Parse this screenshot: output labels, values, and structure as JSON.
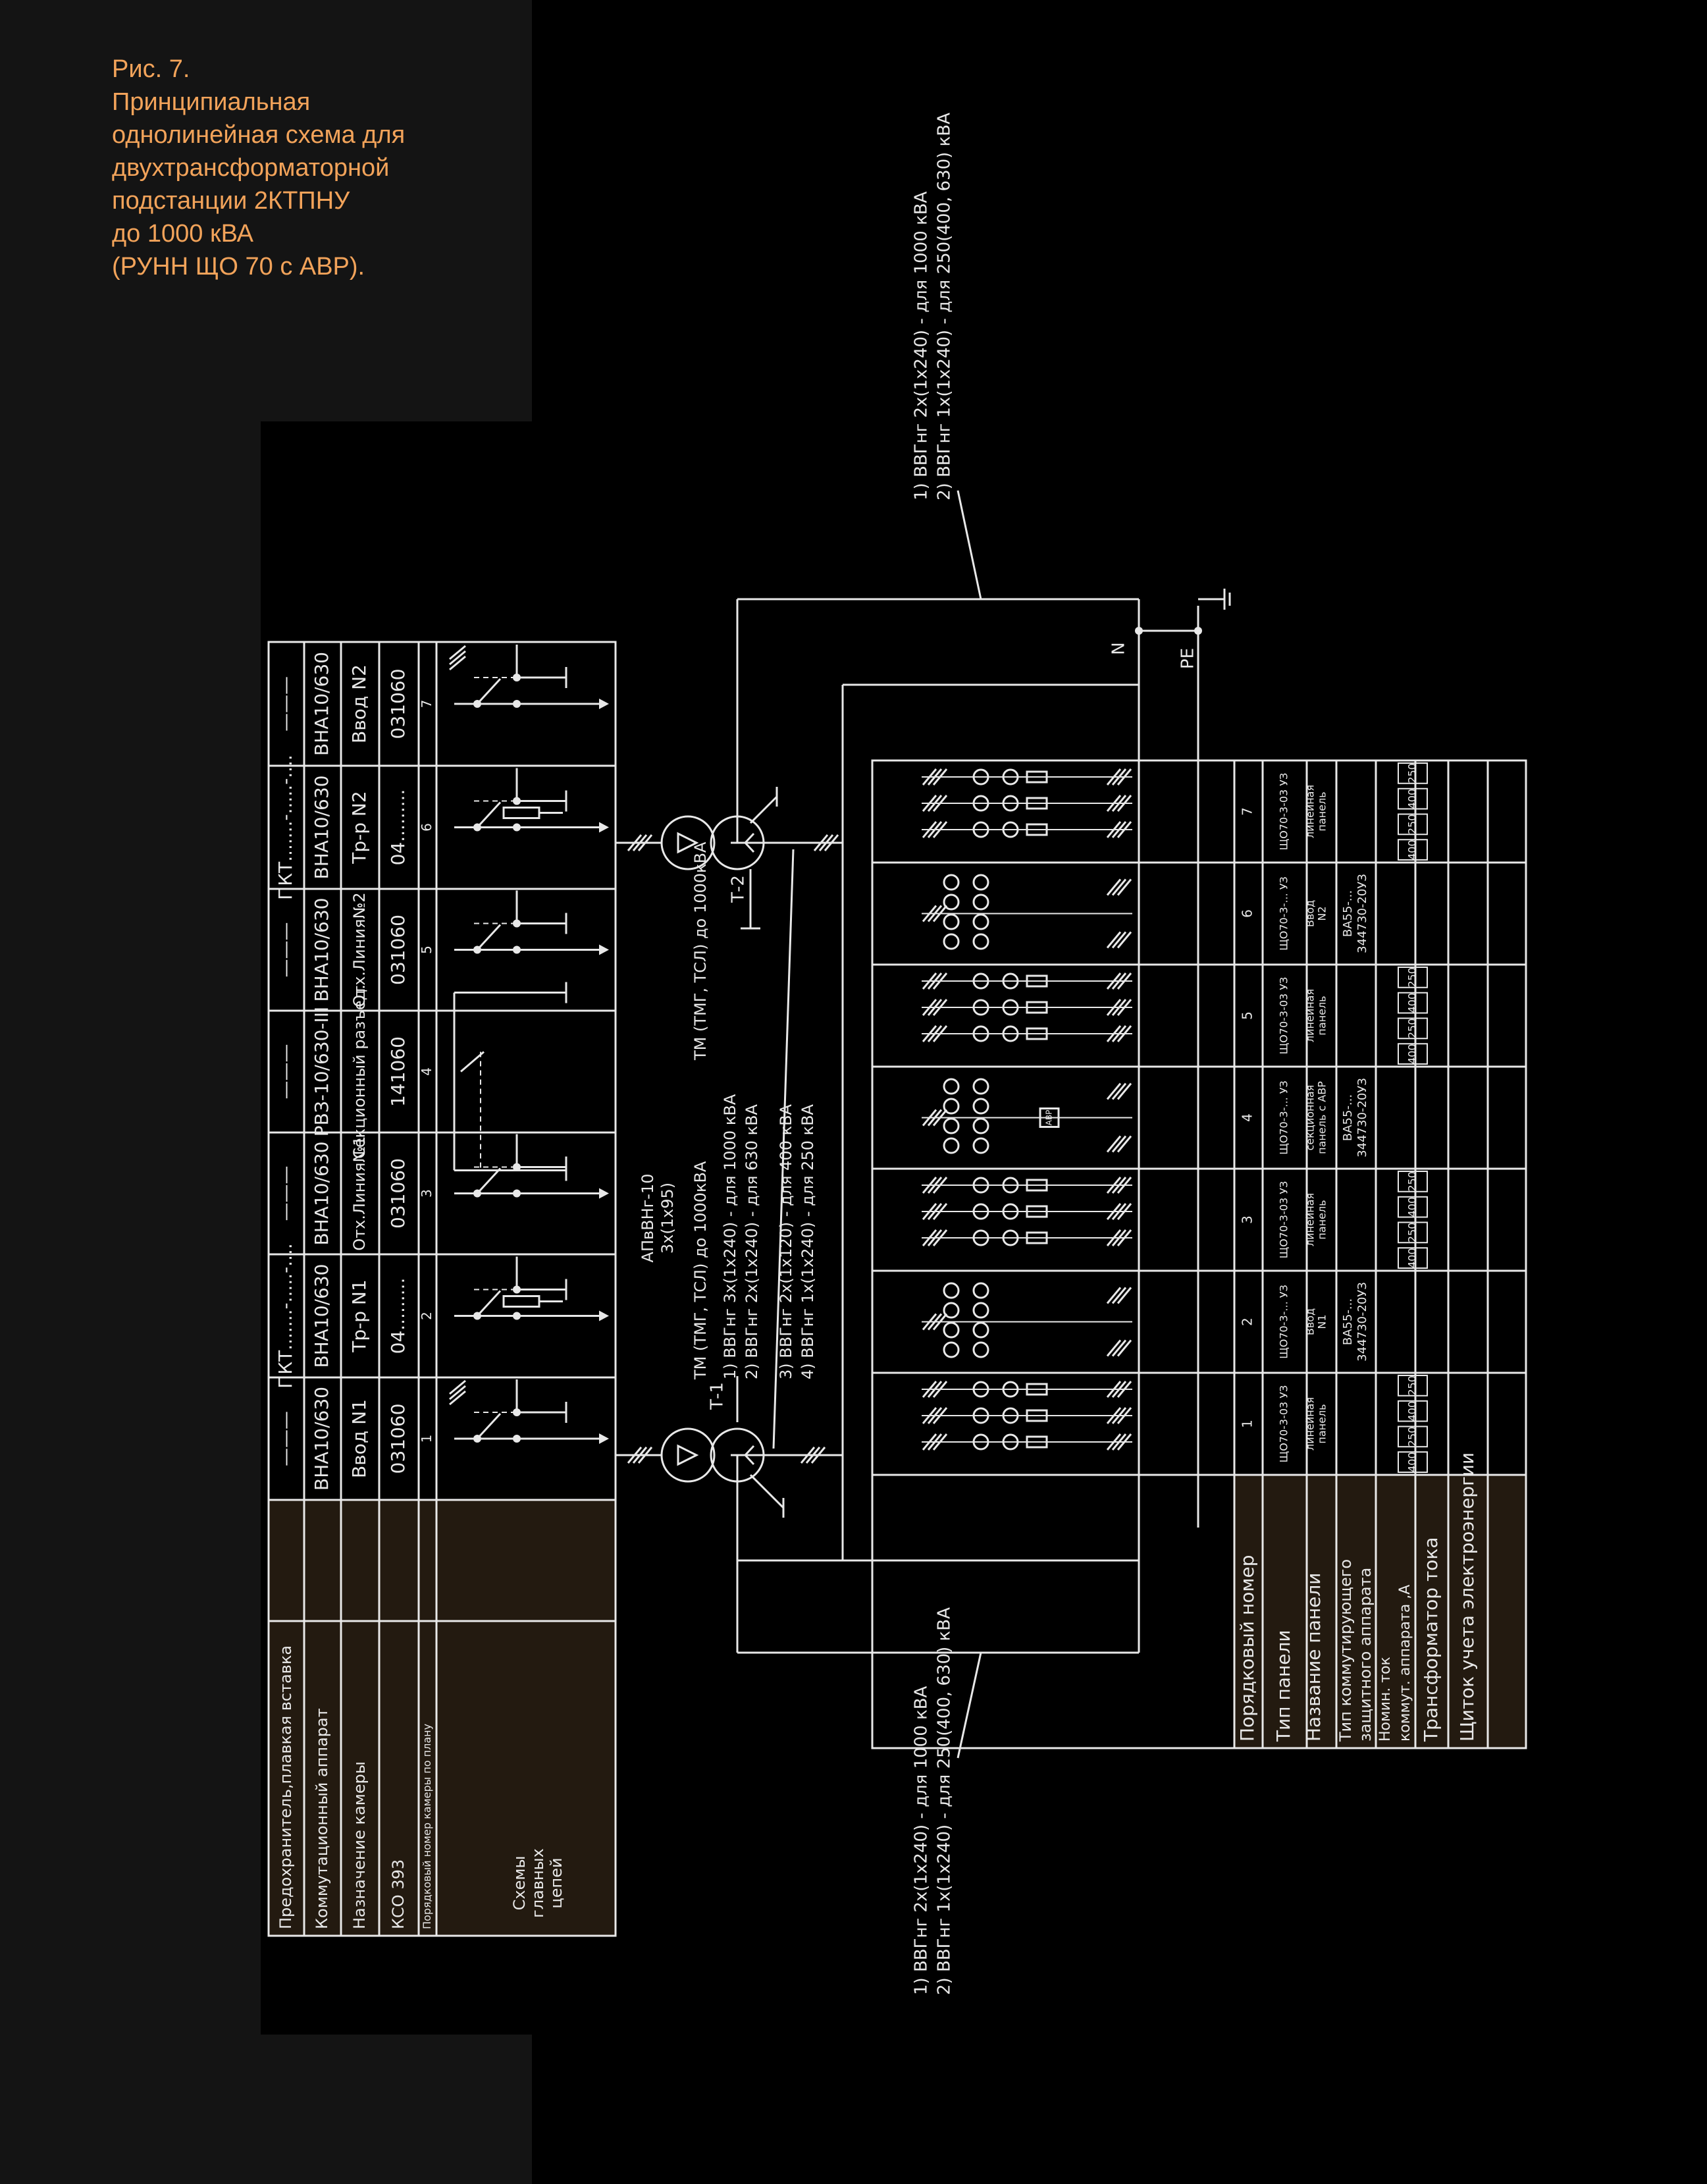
{
  "caption": [
    "Рис. 7.",
    "Принципиальная",
    "однолинейная схема для",
    "двухтрансформаторной",
    "подстанции 2КТПНУ",
    "до 1000 кВА",
    "(РУНН ЩО 70 с АВР)."
  ],
  "hv_table": {
    "row_headers": [
      "Предохранитель,плавкая вставка",
      "Коммутационный аппарат",
      "Назначение камеры",
      "КСО 393",
      "Порядковый номер камеры по плану"
    ],
    "schemes_label": [
      "Схемы",
      "главных",
      "цепей"
    ],
    "columns": [
      {
        "fuse": "———",
        "switch": "ВНА10/630",
        "purpose": "Ввод N1",
        "kso": "031060",
        "num": "1"
      },
      {
        "fuse": "ПКТ.......-.....-....",
        "switch": "ВНА10/630",
        "purpose": "Тр-р N1",
        "kso": "04.........",
        "num": "2"
      },
      {
        "fuse": "———",
        "switch": "ВНА10/630",
        "purpose": "Отх.Линия№1",
        "kso": "031060",
        "num": "3"
      },
      {
        "fuse": "———",
        "switch": "РВЗ-10/630-III",
        "purpose": "Секционный разъед.",
        "kso": "141060",
        "num": "4"
      },
      {
        "fuse": "———",
        "switch": "ВНА10/630",
        "purpose": "Отх.Линия№2",
        "kso": "031060",
        "num": "5"
      },
      {
        "fuse": "ПКТ.......-.....-....",
        "switch": "ВНА10/630",
        "purpose": "Тр-р N2",
        "kso": "04.........",
        "num": "6"
      },
      {
        "fuse": "———",
        "switch": "ВНА10/630",
        "purpose": "Ввод N2",
        "kso": "031060",
        "num": "7"
      }
    ]
  },
  "cable_top": [
    "1)  ВВГнг  2х(1х240) - для 1000 кВА",
    "2)  ВВГнг  1х(1х240) - для 250(400, 630) кВА"
  ],
  "cable_bottom": [
    "1)  ВВГнг  2х(1х240) - для 1000 кВА",
    "2)  ВВГнг  1х(1х240) - для 250(400, 630) кВА"
  ],
  "hv_cable": [
    "АПвВНг-10",
    "3х(1х95)"
  ],
  "trafo_text": {
    "t1": "ТМ (ТМГ, ТСЛ) до 1000кВА",
    "t2": "ТМ (ТМГ, ТСЛ) до 1000кВА",
    "lines": [
      "1)  ВВГнг  3х(1х240) - для 1000 кВА",
      "2)  ВВГнг  2х(1х240) - для 630 кВА",
      "3)  ВВГнг  2х(1х120) - для 400 кВА",
      "4)  ВВГнг  1х(1х240) - для 250 кВА"
    ]
  },
  "labels": {
    "t1": "Т-1",
    "t2": "Т-2",
    "n": "N",
    "pe": "PE",
    "avr": "АВР"
  },
  "lv_table": {
    "row_headers": [
      "Порядковый номер",
      "Тип панели",
      "Название панели",
      "Тип коммутирующего защитного аппарата",
      "Номин. ток коммут. аппарата ,А",
      "Трансформатор тока",
      "Щиток учета электроэнергии"
    ],
    "panels": [
      {
        "num": "1",
        "type": "ЩО70-3-03 УЗ",
        "name": "линейная панель",
        "breaker": "",
        "currents": [
          "250",
          "400",
          "250",
          "400"
        ]
      },
      {
        "num": "2",
        "type": "ЩО70-3-... УЗ",
        "name": "Ввод N1",
        "breaker": "ВА55-... 344730-20УЗ",
        "currents": [
          "..."
        ]
      },
      {
        "num": "3",
        "type": "ЩО70-3-03 УЗ",
        "name": "линейная панель",
        "breaker": "",
        "currents": [
          "250",
          "400",
          "250",
          "400"
        ]
      },
      {
        "num": "4",
        "type": "ЩО70-3-... УЗ",
        "name": "секционная панель с АВР",
        "breaker": "ВА55-... 344730-20УЗ",
        "currents": [
          "..."
        ]
      },
      {
        "num": "5",
        "type": "ЩО70-3-03 УЗ",
        "name": "линейная панель",
        "breaker": "",
        "currents": [
          "250",
          "400",
          "250",
          "400"
        ]
      },
      {
        "num": "6",
        "type": "ЩО70-3-... УЗ",
        "name": "Ввод N2",
        "breaker": "ВА55-... 344730-20УЗ",
        "currents": [
          "..."
        ]
      },
      {
        "num": "7",
        "type": "ЩО70-3-03 УЗ",
        "name": "линейная панель",
        "breaker": "",
        "currents": [
          "250",
          "400",
          "250",
          "400"
        ]
      }
    ]
  }
}
